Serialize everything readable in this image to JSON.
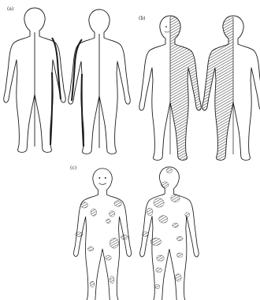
{
  "panels": [
    {
      "label": "(a)"
    },
    {
      "label": "(b)"
    },
    {
      "label": "(c)"
    }
  ],
  "colors": {
    "ink": "#1a1a1a",
    "hatch": "#3a3a3a",
    "background": "#ffffff"
  },
  "icons": [
    "human-figure-front",
    "human-figure-back"
  ]
}
